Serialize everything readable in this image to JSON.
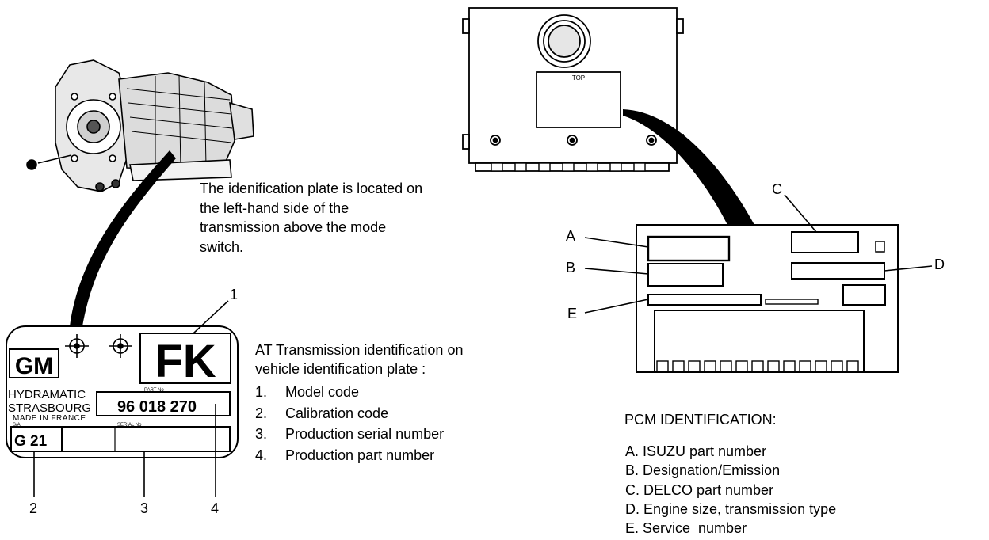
{
  "transmission_caption": "The idenification plate is located on the left-hand side of the transmission above the mode switch.",
  "plate": {
    "logo": "GM",
    "code": "FK",
    "maker_line1": "HYDRAMATIC",
    "maker_line2": "STRASBOURG",
    "maker_line3": "MADE IN FRANCE",
    "part_no_label": "PART No",
    "part_number": "96 018 270",
    "sa_label": "S/A",
    "serial_label": "SERIAL No",
    "model_code": "G 21"
  },
  "plate_callouts": [
    "1",
    "2",
    "3",
    "4"
  ],
  "at_legend": {
    "title": "AT Transmission identification on vehicle identification plate :",
    "items": [
      {
        "num": "1.",
        "text": "Model code"
      },
      {
        "num": "2.",
        "text": "Calibration code"
      },
      {
        "num": "3.",
        "text": "Production serial number"
      },
      {
        "num": "4.",
        "text": "Production part number"
      }
    ]
  },
  "pcm": {
    "top_label": "TOP",
    "callouts": [
      "A",
      "B",
      "C",
      "D",
      "E"
    ]
  },
  "pcm_legend": {
    "title": "PCM IDENTIFICATION:",
    "items": [
      "A. ISUZU part number",
      "B. Designation/Emission",
      "C. DELCO part number",
      "D. Engine size, transmission type",
      "E. Service  number"
    ]
  }
}
